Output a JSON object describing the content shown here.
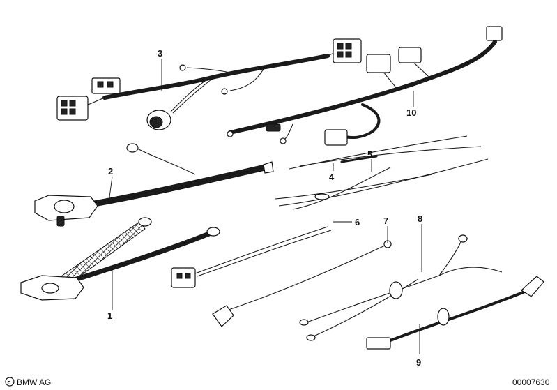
{
  "callouts": [
    "1",
    "2",
    "3",
    "4",
    "5",
    "6",
    "7",
    "8",
    "9",
    "10"
  ],
  "footer": {
    "brand": "BMW AG",
    "code": "00007630"
  }
}
